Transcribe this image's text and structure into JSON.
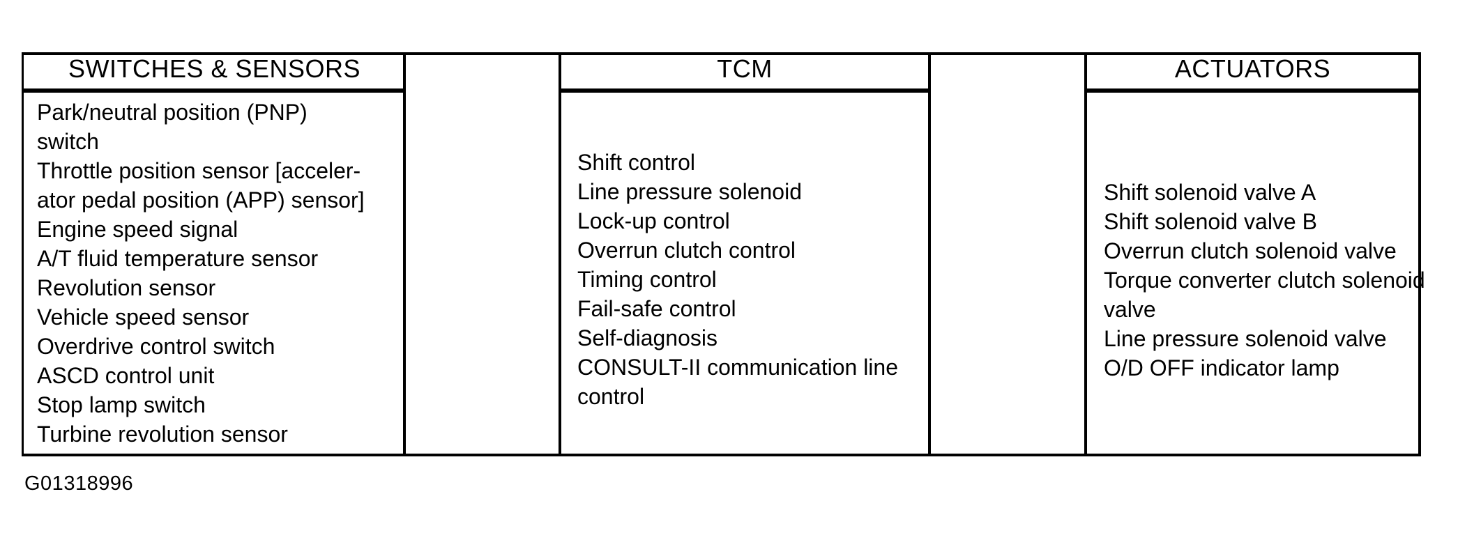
{
  "page": {
    "background_color": "#ffffff",
    "ink_color": "#000000"
  },
  "figure": {
    "figure_id": "G01318996",
    "columns": [
      {
        "header": "SWITCHES & SENSORS",
        "lines": [
          "Park/neutral position (PNP)",
          "switch",
          "Throttle position sensor [acceler-",
          "ator pedal position (APP) sensor]",
          "Engine speed signal",
          "A/T fluid temperature sensor",
          "Revolution sensor",
          "Vehicle speed sensor",
          "Overdrive control switch",
          "ASCD control unit",
          "Stop lamp switch",
          "Turbine revolution sensor"
        ]
      },
      {
        "header": "TCM",
        "lines": [
          "Shift control",
          "Line pressure solenoid",
          "Lock-up control",
          "Overrun clutch control",
          "Timing control",
          "Fail-safe control",
          "Self-diagnosis",
          "CONSULT-II communication line",
          "control"
        ]
      },
      {
        "header": "ACTUATORS",
        "lines": [
          "Shift solenoid valve A",
          "Shift solenoid valve B",
          "Overrun clutch solenoid valve",
          "Torque converter clutch solenoid",
          "valve",
          "Line pressure solenoid valve",
          "O/D OFF indicator lamp"
        ]
      }
    ]
  }
}
